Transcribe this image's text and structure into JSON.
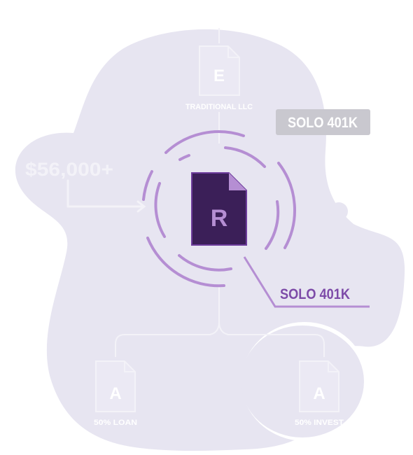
{
  "nodes": {
    "top_doc": {
      "letter": "E",
      "label": "TRADITIONAL LLC"
    },
    "center_doc": {
      "letter": "R"
    },
    "bottom_left_doc": {
      "letter": "A",
      "label": "50% LOAN"
    },
    "bottom_right_doc": {
      "letter": "A",
      "label": "50% INVEST"
    }
  },
  "labels": {
    "amount": "$56,000+",
    "badge": "SOLO 401K",
    "callout": "SOLO 401K"
  },
  "colors": {
    "blob": "#e7e5f1",
    "faint": "#f3f2f8",
    "purple_dark": "#3b1f58",
    "purple_mid": "#5b2e86",
    "purple_light": "#b58ed3",
    "callout_text": "#7d4ba8",
    "badge_bg": "#c9c8cf",
    "badge_text": "#ffffff"
  }
}
